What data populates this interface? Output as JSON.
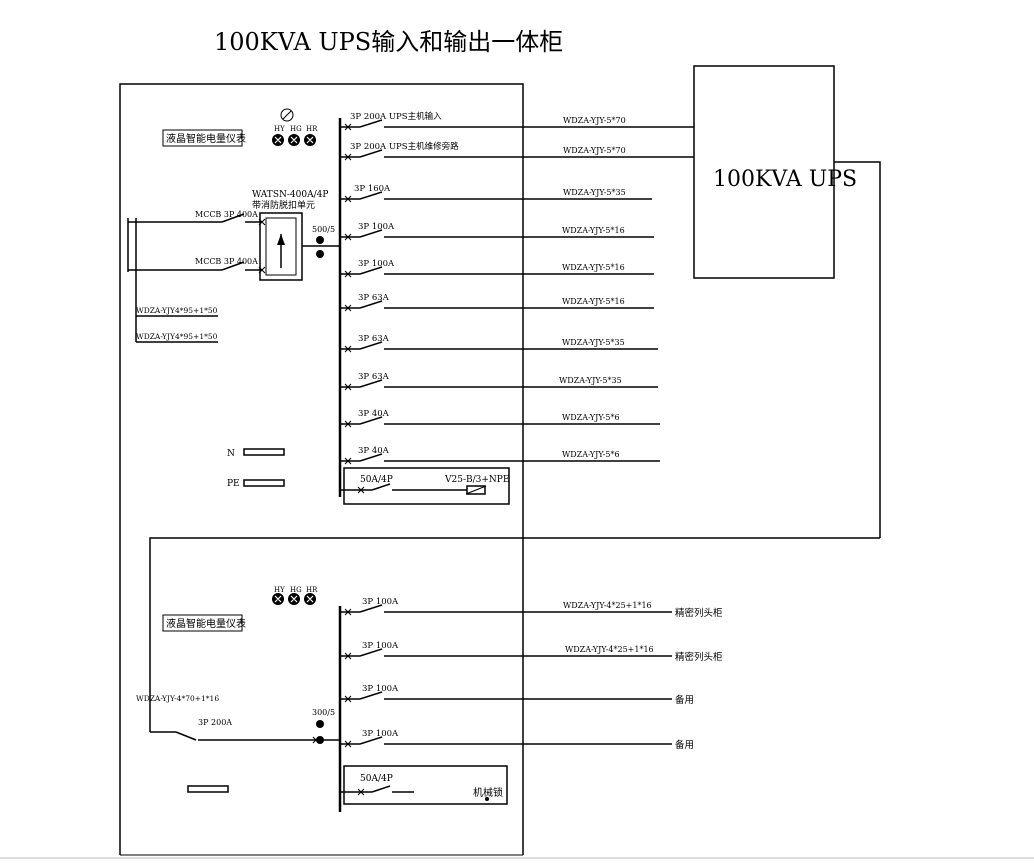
{
  "title": "100KVA UPS输入和输出一体柜",
  "ups_label": "100KVA UPS",
  "upper": {
    "meter_label": "液晶智能电量仪表",
    "lamps": [
      "HY",
      "HG",
      "HR"
    ],
    "ats_label_1": "WATSN-400A/4P",
    "ats_label_2": "带消防脱扣单元",
    "mccb_1": "MCCB 3P 400A",
    "mccb_2": "MCCB 3P 400A",
    "incoming_1": "WDZA-YJY4*95+1*50",
    "incoming_2": "WDZA-YJY4*95+1*50",
    "ct": "500/5",
    "n_label": "N",
    "pe_label": "PE",
    "spd_breaker": "50A/4P",
    "spd_label": "V25-B/3+NPE",
    "feeders": [
      {
        "breaker": "3P 200A UPS主机输入",
        "cable": "WDZA-YJY-5*70"
      },
      {
        "breaker": "3P 200A UPS主机维修旁路",
        "cable": "WDZA-YJY-5*70"
      },
      {
        "breaker": "3P 160A",
        "cable": "WDZA-YJY-5*35"
      },
      {
        "breaker": "3P 100A",
        "cable": "WDZA-YJY-5*16"
      },
      {
        "breaker": "3P 100A",
        "cable": "WDZA-YJY-5*16"
      },
      {
        "breaker": "3P 63A",
        "cable": "WDZA-YJY-5*16"
      },
      {
        "breaker": "3P 63A",
        "cable": "WDZA-YJY-5*35"
      },
      {
        "breaker": "3P 63A",
        "cable": "WDZA-YJY-5*35"
      },
      {
        "breaker": "3P 40A",
        "cable": "WDZA-YJY-5*6"
      },
      {
        "breaker": "3P 40A",
        "cable": "WDZA-YJY-5*6"
      }
    ]
  },
  "lower": {
    "meter_label": "液晶智能电量仪表",
    "lamps": [
      "HY",
      "HG",
      "HR"
    ],
    "incoming_cable": "WDZA-YJY-4*70+1*16",
    "main_breaker": "3P 200A",
    "ct": "300/5",
    "lock_breaker": "50A/4P",
    "lock_label": "机械锁",
    "feeders": [
      {
        "breaker": "3P 100A",
        "cable": "WDZA-YJY-4*25+1*16",
        "dest": "精密列头柜"
      },
      {
        "breaker": "3P 100A",
        "cable": "WDZA-YJY-4*25+1*16",
        "dest": "精密列头柜"
      },
      {
        "breaker": "3P 100A",
        "cable": "",
        "dest": "备用"
      },
      {
        "breaker": "3P 100A",
        "cable": "",
        "dest": "备用"
      }
    ]
  }
}
